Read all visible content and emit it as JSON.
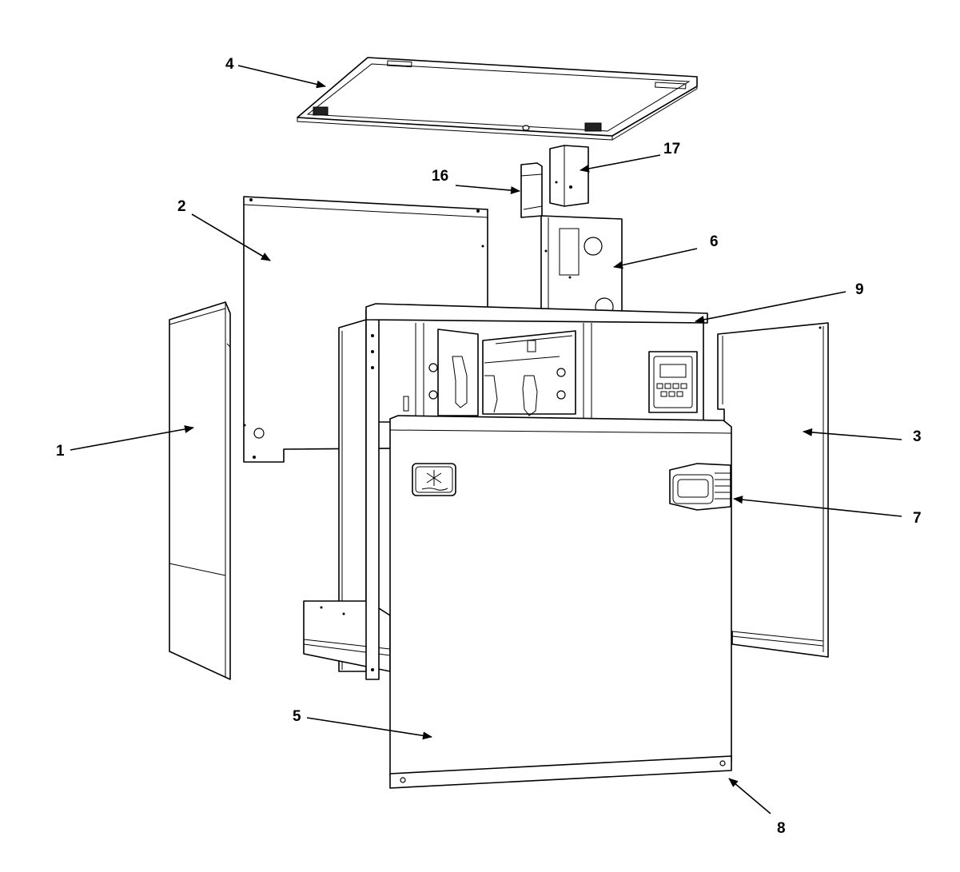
{
  "callouts": {
    "c1": "1",
    "c2": "2",
    "c3": "3",
    "c4": "4",
    "c5": "5",
    "c6": "6",
    "c7": "7",
    "c8": "8",
    "c9": "9",
    "c16": "16",
    "c17": "17"
  },
  "icons": {
    "brand": "snowflake-logo-icon",
    "controller": "control-panel-icon"
  },
  "colors": {
    "line": "#000000",
    "background": "#ffffff"
  }
}
